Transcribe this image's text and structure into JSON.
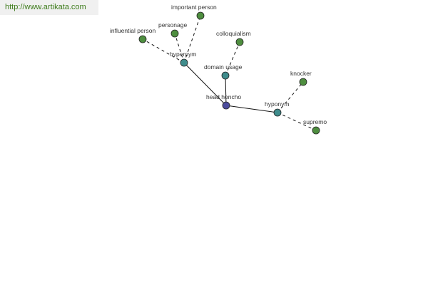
{
  "watermark": {
    "text": "http://www.artikata.com",
    "color": "#3f7d1d"
  },
  "graph": {
    "center": {
      "id": "head-honcho",
      "label": "head honcho",
      "color": "#4b4b9c"
    },
    "relations": [
      {
        "id": "hypernym",
        "label": "hypernym",
        "color": "#3f8c8c"
      },
      {
        "id": "domain-usage",
        "label": "domain usage",
        "color": "#3f8c8c"
      },
      {
        "id": "hyponym",
        "label": "hyponym",
        "color": "#3f8c8c"
      }
    ],
    "terms": [
      {
        "id": "important-person",
        "label": "important person",
        "parent": "hypernym",
        "color": "#4e8e3f"
      },
      {
        "id": "personage",
        "label": "personage",
        "parent": "hypernym",
        "color": "#4e8e3f"
      },
      {
        "id": "influential-person",
        "label": "influential person",
        "parent": "hypernym",
        "color": "#4e8e3f"
      },
      {
        "id": "colloquialism",
        "label": "colloquialism",
        "parent": "domain-usage",
        "color": "#4e8e3f"
      },
      {
        "id": "knocker",
        "label": "knocker",
        "parent": "hyponym",
        "color": "#4e8e3f"
      },
      {
        "id": "supremo",
        "label": "supremo",
        "parent": "hyponym",
        "color": "#4e8e3f"
      }
    ]
  }
}
